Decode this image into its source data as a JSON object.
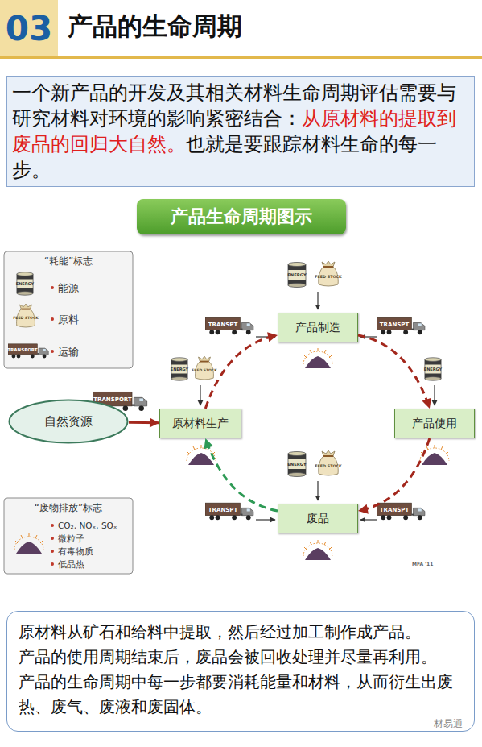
{
  "diagram": {
    "title": "产品的生命周期",
    "nodes": [
      {
        "text": [
          "一个新产品的开发及其相关材料生命周期评估需要与研究材料对环境的影响紧密结合：",
          "从原材料的提取到废品的回归大自然。",
          "也就是要跟踪材料生命的每一步。"
        ]
      },
      {
        "text": [
          "产品生命周期图示"
        ]
      },
      {
        "text": [
          "自然资源"
        ]
      },
      {
        "text": [
          "原材料生产"
        ]
      },
      {
        "text": [
          "产品制造"
        ]
      },
      {
        "text": [
          "产品使用"
        ]
      },
      {
        "text": [
          "废品"
        ]
      },
      {
        "text": [
          "原材料从矿石和给料中提取，然后经过加工制作成产品。",
          "产品的使用周期结束后，废品会被回收处理并尽量再利用。",
          "产品的生命周期中每一步都要消耗能量和材料，从而衍生出废热、废气、废液和废固体。"
        ]
      }
    ],
    "edges": [
      {
        "from": 2,
        "to": 3,
        "arrow": "to"
      },
      {
        "from": 3,
        "to": 4,
        "arrow": "to"
      },
      {
        "from": 4,
        "to": 5,
        "arrow": "to"
      },
      {
        "from": 5,
        "to": 6,
        "arrow": "to"
      },
      {
        "from": 6,
        "to": 3,
        "arrow": "to"
      }
    ],
    "labels": [
      "03",
      "“耗能”标志",
      "“废物排放”标志",
      "ENERGY",
      "FEED STOCK",
      "TRANSPORT",
      "TRANSPORT",
      "ENERGY",
      "FEED STOCK",
      "ENERGY",
      "FEED STOCK",
      "TRANSPT",
      "TRANSPT",
      "ENERGY",
      "ENERGY",
      "FEED STOCK",
      "TRANSPT",
      "TRANSPT",
      "MFA '11",
      "材易通"
    ],
    "legend": [
      {
        "text": "能源"
      },
      {
        "text": "原料"
      },
      {
        "text": "运输"
      },
      {
        "text": "CO₂, NOₓ, SOₓ"
      },
      {
        "text": "微粒子"
      },
      {
        "text": "有毒物质"
      },
      {
        "text": "低品热"
      }
    ]
  }
}
